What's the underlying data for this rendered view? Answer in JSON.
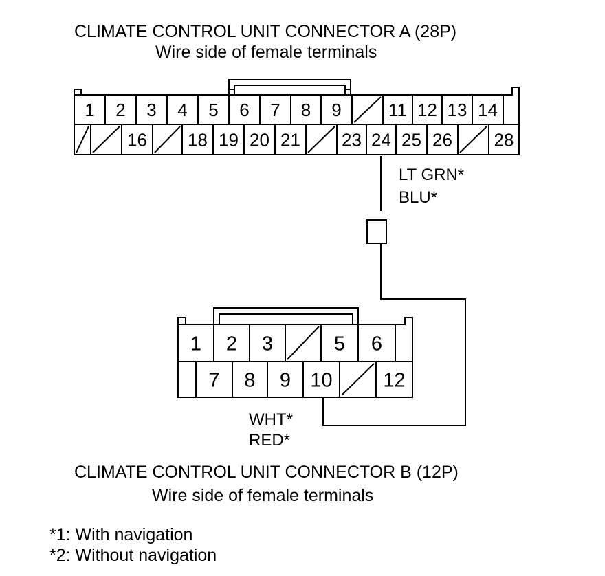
{
  "connector_a": {
    "title": "CLIMATE CONTROL UNIT CONNECTOR A (28P)",
    "subtitle": "Wire side of female terminals",
    "row1": [
      "1",
      "2",
      "3",
      "4",
      "5",
      "6",
      "7",
      "8",
      "9",
      "",
      "11",
      "12",
      "13",
      "14"
    ],
    "row2": [
      "",
      "",
      "16",
      "",
      "18",
      "19",
      "20",
      "21",
      "",
      "23",
      "24",
      "25",
      "26",
      "",
      "28"
    ],
    "wire_label_1": "LT GRN*",
    "wire_label_2": "BLU*"
  },
  "connector_b": {
    "title": "CLIMATE CONTROL UNIT CONNECTOR B (12P)",
    "subtitle": "Wire side of female terminals",
    "row1": [
      "1",
      "2",
      "3",
      "",
      "5",
      "6"
    ],
    "row2": [
      "7",
      "8",
      "9",
      "10",
      "",
      "12"
    ],
    "wire_label_1": "WHT*",
    "wire_label_2": "RED*"
  },
  "notes": {
    "note1": "*1: With navigation",
    "note2": "*2: Without navigation"
  }
}
